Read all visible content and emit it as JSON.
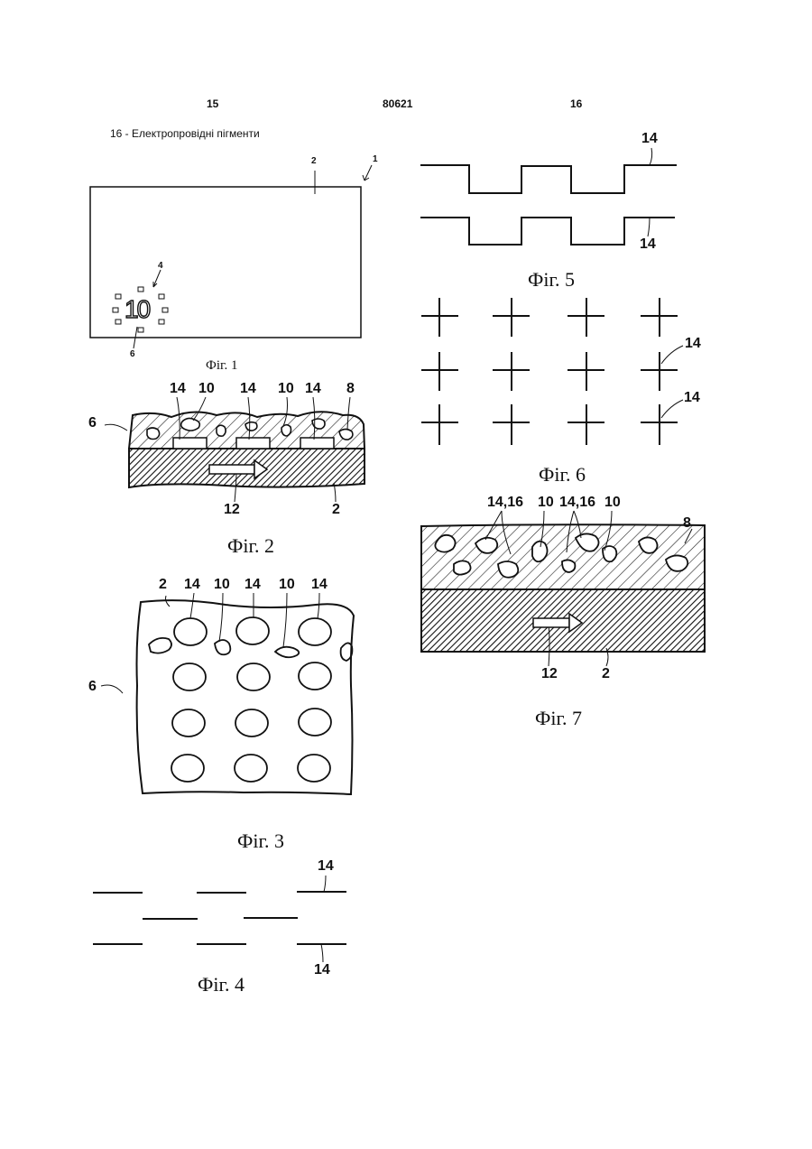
{
  "header": {
    "page_left": "15",
    "doc_number": "80621",
    "page_right": "16"
  },
  "note": "16 - Електропровідні пігменти",
  "fig1": {
    "caption": "Фіг. 1",
    "label_1": "1",
    "label_2": "2",
    "label_4": "4",
    "label_6": "6",
    "label_10": "10"
  },
  "fig2": {
    "caption": "Фіг. 2",
    "labels": [
      "6",
      "14",
      "10",
      "14",
      "10",
      "14",
      "8",
      "12",
      "2"
    ]
  },
  "fig3": {
    "caption": "Фіг. 3",
    "labels": [
      "2",
      "14",
      "10",
      "14",
      "10",
      "14",
      "6"
    ]
  },
  "fig4": {
    "caption": "Фіг. 4",
    "labels": [
      "14",
      "14"
    ]
  },
  "fig5": {
    "caption": "Фіг. 5",
    "labels": [
      "14",
      "14"
    ]
  },
  "fig6": {
    "caption": "Фіг. 6",
    "labels": [
      "14",
      "14"
    ]
  },
  "fig7": {
    "caption": "Фіг. 7",
    "labels": [
      "14,16",
      "10",
      "14,16",
      "10",
      "8",
      "12",
      "2"
    ]
  }
}
